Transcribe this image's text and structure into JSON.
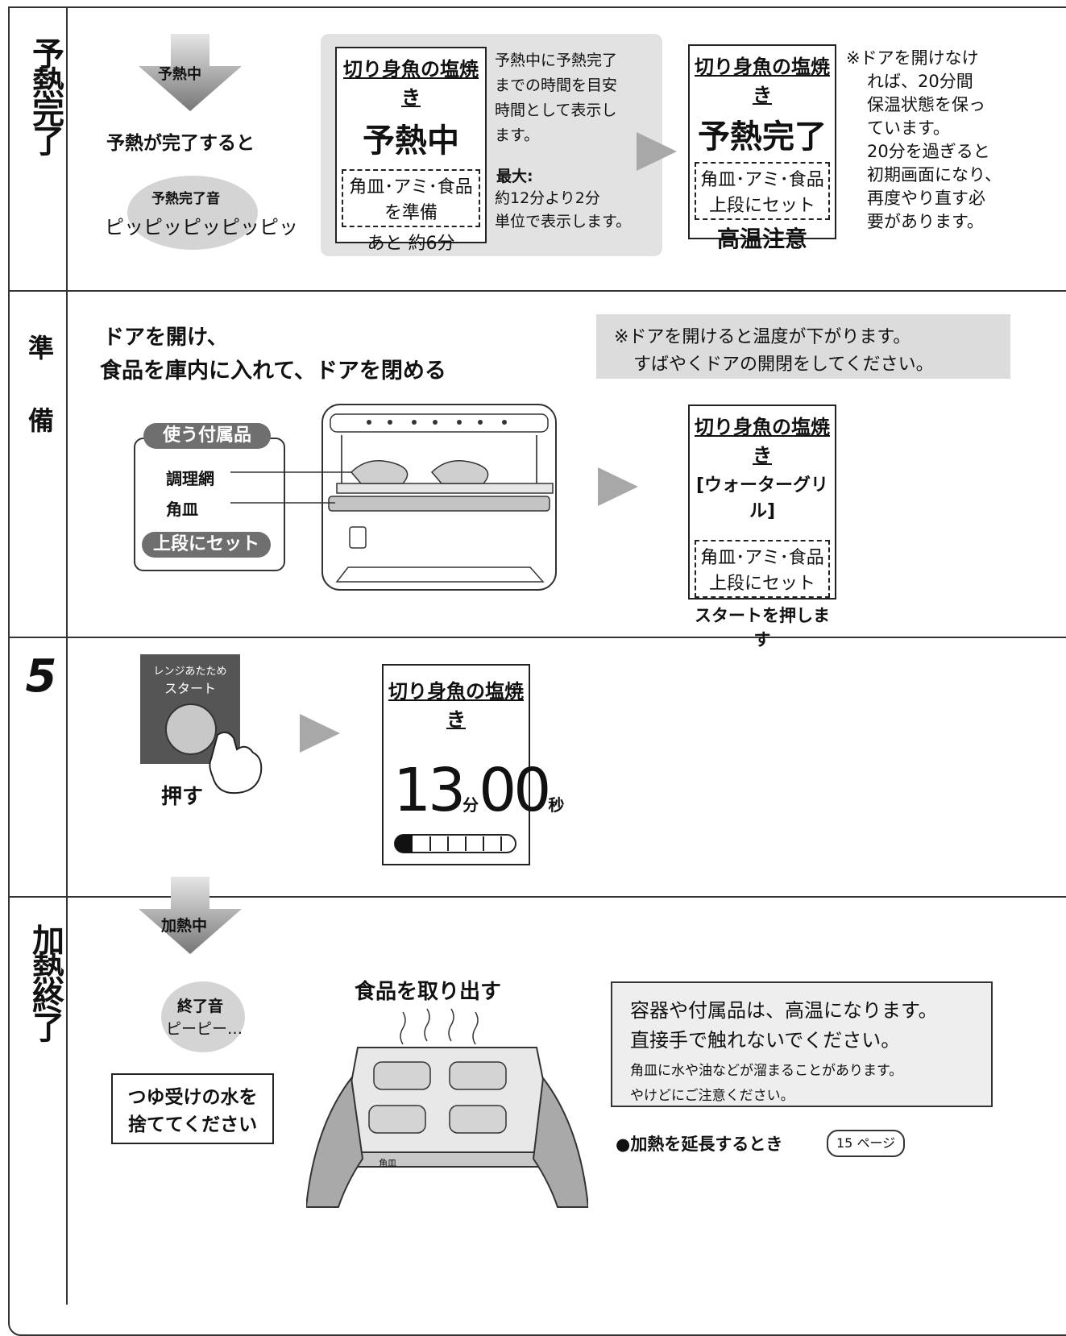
{
  "sections": {
    "preheat_done": "予熱完了",
    "prepare_1": "準",
    "prepare_2": "備",
    "step5": "5",
    "heat_end": "加熱終了"
  },
  "s1": {
    "arrow_label": "予熱中",
    "when_done": "予熱が完了すると",
    "sound_title": "予熱完了音",
    "sound_text": "ピッピッピッピッピッ",
    "lcd1": {
      "title": "切り身魚の塩焼き",
      "big": "予熱中",
      "line1": "角皿･アミ･食品",
      "line2": "を準備",
      "bottom": "あと 約6分"
    },
    "note_lines": [
      "予熱中に予熱完了",
      "までの時間を目安",
      "時間として表示し",
      "ます。"
    ],
    "max_label": "最大:",
    "max_lines": [
      "約12分より2分",
      "単位で表示します。"
    ],
    "lcd2": {
      "title": "切り身魚の塩焼き",
      "big": "予熱完了",
      "line1": "角皿･アミ･食品",
      "line2": "上段にセット",
      "bottom": "高温注意"
    },
    "door_note": [
      "※ドアを開けなけ",
      "れば、20分間",
      "保温状態を保っ",
      "ています。",
      "20分を過ぎると",
      "初期画面になり、",
      "再度やり直す必",
      "要があります。"
    ]
  },
  "s2": {
    "heading1": "ドアを開け、",
    "heading2": "食品を庫内に入れて、ドアを閉める",
    "warn1": "※ドアを開けると温度が下がります。",
    "warn2": "すばやくドアの開閉をしてください。",
    "acc_title": "使う付属品",
    "acc_item1": "調理網",
    "acc_item2": "角皿",
    "acc_pos": "上段にセット",
    "lcd3": {
      "title": "切り身魚の塩焼き",
      "mode": "[ウォーターグリル]",
      "line1": "角皿･アミ･食品",
      "line2": "上段にセット",
      "bottom": "スタートを押します"
    }
  },
  "s3": {
    "btn_top": "レンジあたため",
    "btn_start": "スタート",
    "press": "押す",
    "lcd4": {
      "title": "切り身魚の塩焼き",
      "min": "13",
      "min_unit": "分",
      "sec": "00",
      "sec_unit": "秒"
    }
  },
  "s4": {
    "arrow_label": "加熱中",
    "sound_title": "終了音",
    "sound_text": "ピーピー…",
    "drain1": "つゆ受けの水を",
    "drain2": "捨ててください",
    "take_out": "食品を取り出す",
    "caution1": "容器や付属品は、高温になります。",
    "caution2": "直接手で触れないでください。",
    "caution3": "角皿に水や油などが溜まることがあります。",
    "caution4": "やけどにご注意ください。",
    "extend": "●加熱を延長するとき",
    "page_ref": "15 ページ",
    "tray_label": "角皿"
  }
}
